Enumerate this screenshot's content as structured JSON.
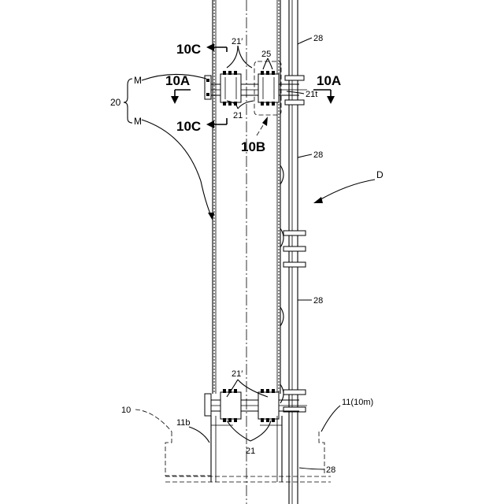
{
  "labels": {
    "section_10c_top": "10C",
    "section_10c_bottom": "10C",
    "section_10a_left": "10A",
    "section_10a_right": "10A",
    "detail_10b": "10B",
    "ref_20": "20",
    "ref_m_top": "M",
    "ref_m_bottom": "M",
    "ref_21prime_top": "21′",
    "ref_21_top": "21",
    "ref_25": "25",
    "ref_21t": "21t",
    "ref_28_a": "28",
    "ref_28_b": "28",
    "ref_28_c": "28",
    "ref_28_d": "28",
    "ref_d": "D",
    "ref_21prime_bottom": "21′",
    "ref_21_bottom": "21",
    "ref_10": "10",
    "ref_11b": "11b",
    "ref_11_10m": "11(10m)"
  }
}
